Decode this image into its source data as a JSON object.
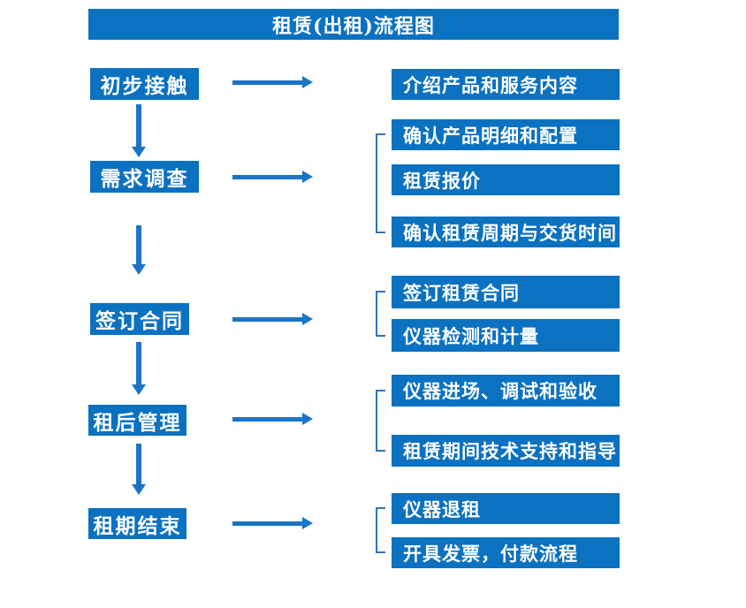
{
  "title": "租赁(出租)流程图",
  "colors": {
    "box": "#0b71c1",
    "arrow": "#1b74c6",
    "bracket": "#2e75b5",
    "text": "#ffffff",
    "background": "#ffffff"
  },
  "steps": [
    {
      "label": "初步接触",
      "details": [
        "介绍产品和服务内容"
      ]
    },
    {
      "label": "需求调查",
      "details": [
        "确认产品明细和配置",
        "租赁报价",
        "确认租赁周期与交货时间"
      ]
    },
    {
      "label": "签订合同",
      "details": [
        "签订租赁合同",
        "仪器检测和计量"
      ]
    },
    {
      "label": "租后管理",
      "details": [
        "仪器进场、调试和验收",
        "租赁期间技术支持和指导"
      ]
    },
    {
      "label": "租期结束",
      "details": [
        "仪器退租",
        "开具发票，付款流程"
      ]
    }
  ]
}
